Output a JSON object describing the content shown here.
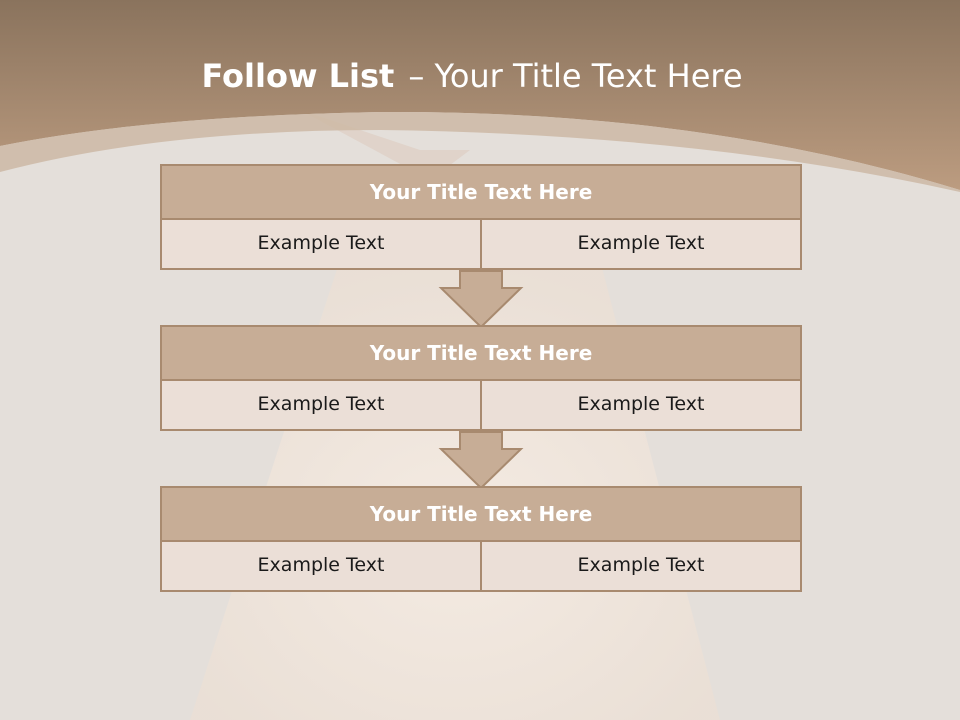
{
  "title": {
    "bold": "Follow List",
    "rest": "– Your Title Text Here"
  },
  "colors": {
    "header_band": "#a88a6f",
    "box_title_fill": "#c7ad96",
    "box_cell_fill": "#ebdfd7",
    "box_border": "#a88a6f",
    "background": "#e4dfda"
  },
  "blocks": [
    {
      "title": "Your Title Text Here",
      "left_text": "Example Text",
      "right_text": "Example Text"
    },
    {
      "title": "Your Title Text Here",
      "left_text": "Example Text",
      "right_text": "Example Text"
    },
    {
      "title": "Your Title Text Here",
      "left_text": "Example Text",
      "right_text": "Example Text"
    }
  ]
}
